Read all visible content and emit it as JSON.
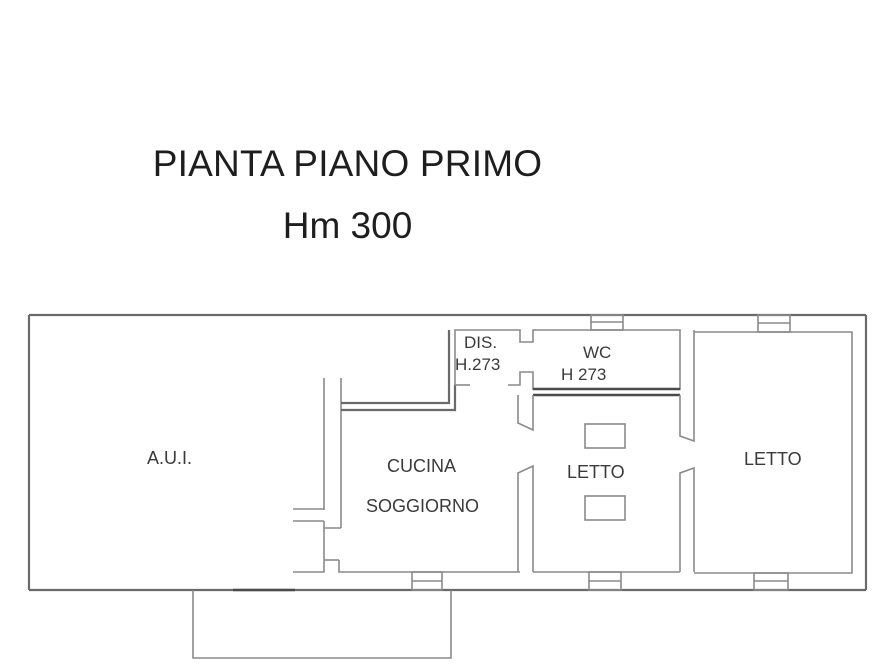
{
  "drawing": {
    "title": "PIANTA PIANO PRIMO",
    "height_label": "Hm 300"
  },
  "rooms": {
    "aui": {
      "label": "A.U.I."
    },
    "dis": {
      "label": "DIS.",
      "height": "H.273"
    },
    "wc": {
      "label": "WC",
      "height": "H 273"
    },
    "kitchen": {
      "label_line1": "CUCINA",
      "label_line2": "SOGGIORNO"
    },
    "bedroom_center": {
      "label": "LETTO"
    },
    "bedroom_right": {
      "label": "LETTO"
    }
  },
  "colors": {
    "background": "#ffffff",
    "line": "#6a6a6a",
    "text": "#2a2a2a"
  }
}
